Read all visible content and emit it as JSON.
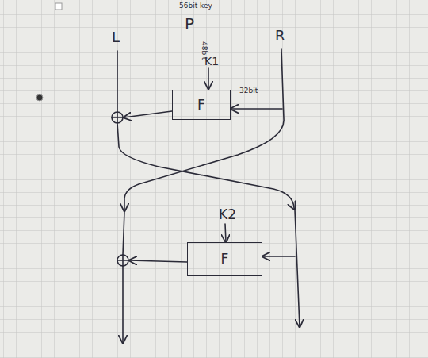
{
  "diagram": {
    "nodes": [
      {
        "text": [
          "F"
        ]
      },
      {
        "text": [
          "F"
        ]
      }
    ],
    "labels": [
      "56bit key",
      "P",
      "48bit",
      "K1",
      "32bit",
      "L",
      "R",
      "K2"
    ]
  }
}
